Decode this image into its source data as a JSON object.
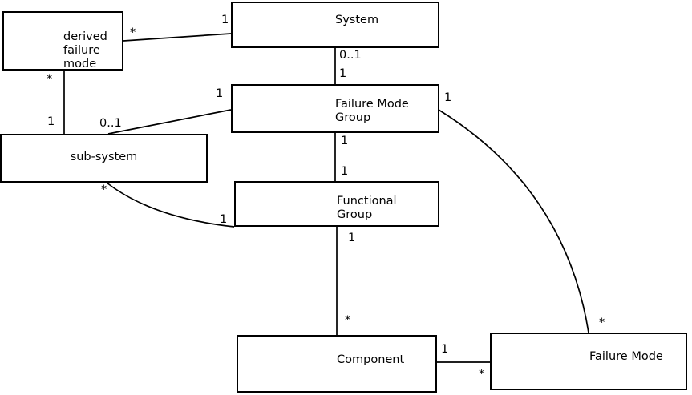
{
  "diagram": {
    "type": "uml-class-diagram",
    "background_color": "#ffffff",
    "line_color": "#000000",
    "text_color": "#000000",
    "boxes": {
      "derived_failure_mode": {
        "label": "derived\nfailure\nmode"
      },
      "system": {
        "label": "System"
      },
      "failure_mode_group": {
        "label": "Failure Mode\nGroup"
      },
      "sub_system": {
        "label": "sub-system"
      },
      "functional_group": {
        "label": "Functional\nGroup"
      },
      "component": {
        "label": "Component"
      },
      "failure_mode": {
        "label": "Failure Mode"
      }
    },
    "relations": [
      {
        "from": "derived failure mode",
        "to": "System",
        "from_mult": "*",
        "to_mult": "1"
      },
      {
        "from": "derived failure mode",
        "to": "sub-system",
        "from_mult": "*",
        "to_mult": "1"
      },
      {
        "from": "sub-system",
        "to": "Failure Mode Group",
        "from_mult": "0..1",
        "to_mult": "1"
      },
      {
        "from": "System",
        "to": "Failure Mode Group",
        "from_mult": "0..1",
        "to_mult": "1"
      },
      {
        "from": "Failure Mode Group",
        "to": "Functional Group",
        "from_mult": "1",
        "to_mult": "1"
      },
      {
        "from": "sub-system",
        "to": "Functional Group",
        "from_mult": "*",
        "to_mult": "1"
      },
      {
        "from": "Functional Group",
        "to": "Component",
        "from_mult": "1",
        "to_mult": "*"
      },
      {
        "from": "Component",
        "to": "Failure Mode",
        "from_mult": "1",
        "to_mult": "*"
      },
      {
        "from": "Failure Mode Group",
        "to": "Failure Mode",
        "from_mult": "1",
        "to_mult": "*"
      }
    ],
    "mults": {
      "dfm_sys_star": "*",
      "dfm_sys_one": "1",
      "dfm_sub_star": "*",
      "dfm_sub_one": "1",
      "sub_fmg_zeroone": "0..1",
      "sub_fmg_one": "1",
      "sys_fmg_zeroone": "0..1",
      "sys_fmg_one": "1",
      "fmg_fg_one_top": "1",
      "fmg_fg_one_bottom": "1",
      "sub_fg_star": "*",
      "sub_fg_one": "1",
      "fg_comp_one": "1",
      "fg_comp_star": "*",
      "comp_fm_one": "1",
      "comp_fm_star": "*",
      "fmg_fm_one": "1",
      "fmg_fm_star": "*"
    }
  }
}
